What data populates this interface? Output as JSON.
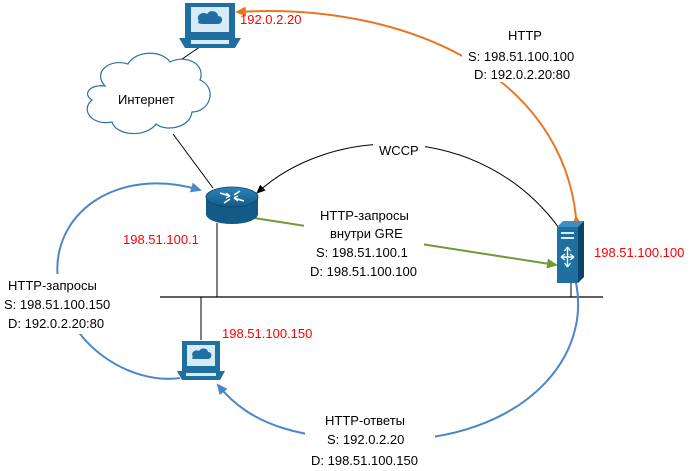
{
  "colors": {
    "ip_red": "#ff0000",
    "orange_flow": "#e87722",
    "green_flow": "#6e9a3a",
    "blue_flow": "#4a86c8",
    "device_blue": "#1f6fa0",
    "line": "#000000"
  },
  "nodes": {
    "web_server_ip": "192.0.2.20",
    "cloud_label": "Интернет",
    "router_ip": "198.51.100.1",
    "cache_ip": "198.51.100.100",
    "client_ip": "198.51.100.150"
  },
  "labels": {
    "wccp": "WCCP",
    "http_cache": {
      "line1": "HTTP",
      "line2": "S: 198.51.100.100",
      "line3": "D: 192.0.2.20:80"
    },
    "gre": {
      "line1": "HTTP-запросы",
      "line2": "внутри GRE",
      "line3": "S: 198.51.100.1",
      "line4": "D: 198.51.100.100"
    },
    "client_requests": {
      "line1": "HTTP-запросы",
      "line2": "S: 198.51.100.150",
      "line3": "D: 192.0.2.20:80"
    },
    "responses": {
      "line1": "HTTP-ответы",
      "line2": "S: 192.0.2.20",
      "line3": "D: 198.51.100.150"
    }
  },
  "icons": {
    "web_server": "workstation-icon",
    "cloud": "cloud-icon",
    "router": "router-icon",
    "cache": "cache-engine-icon",
    "client": "workstation-icon"
  }
}
